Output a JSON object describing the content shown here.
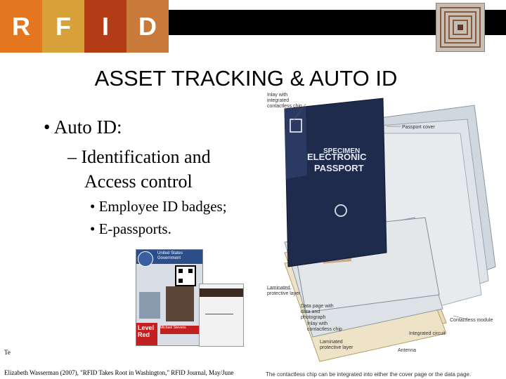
{
  "header": {
    "letters": [
      "R",
      "F",
      "I",
      "D"
    ],
    "tile_colors": [
      "#e3761f",
      "#d9a13a",
      "#b33b16",
      "#c97a3a"
    ]
  },
  "title": "ASSET TRACKING & AUTO ID",
  "bullets": {
    "level1": "• Auto ID:",
    "level2_line1": "– Identification and",
    "level2_line2": "Access control",
    "level3": [
      "• Employee ID badges;",
      "• E-passports."
    ]
  },
  "passport": {
    "cover_word1": "SPECIMEN",
    "cover_word2": "ELECTRONIC",
    "cover_word3": "PASSPORT",
    "labels": {
      "inlay_top": "Inlay with integrated contactless chip",
      "passport_cover": "Passport cover",
      "laminated": "Laminated protective layer",
      "data_page": "Data page with data and photograph",
      "inlay_chip": "Inlay with contactless chip",
      "laminated_bottom": "Laminated protective layer",
      "contactless_module": "Contactless module",
      "integrated_circuit": "Integrated circuit",
      "antenna": "Antenna"
    },
    "caption": "The contactless chip can be integrated into either the cover page or the data page."
  },
  "badge": {
    "org1": "United States",
    "org2": "Government",
    "level": "Level",
    "level_color": "Red",
    "name": "Michael Stevens"
  },
  "footer": {
    "te": "Te",
    "citation": "Elizabeth Wasserman (2007), \"RFID Takes Root in Washington,\" RFID Journal, May/June"
  }
}
